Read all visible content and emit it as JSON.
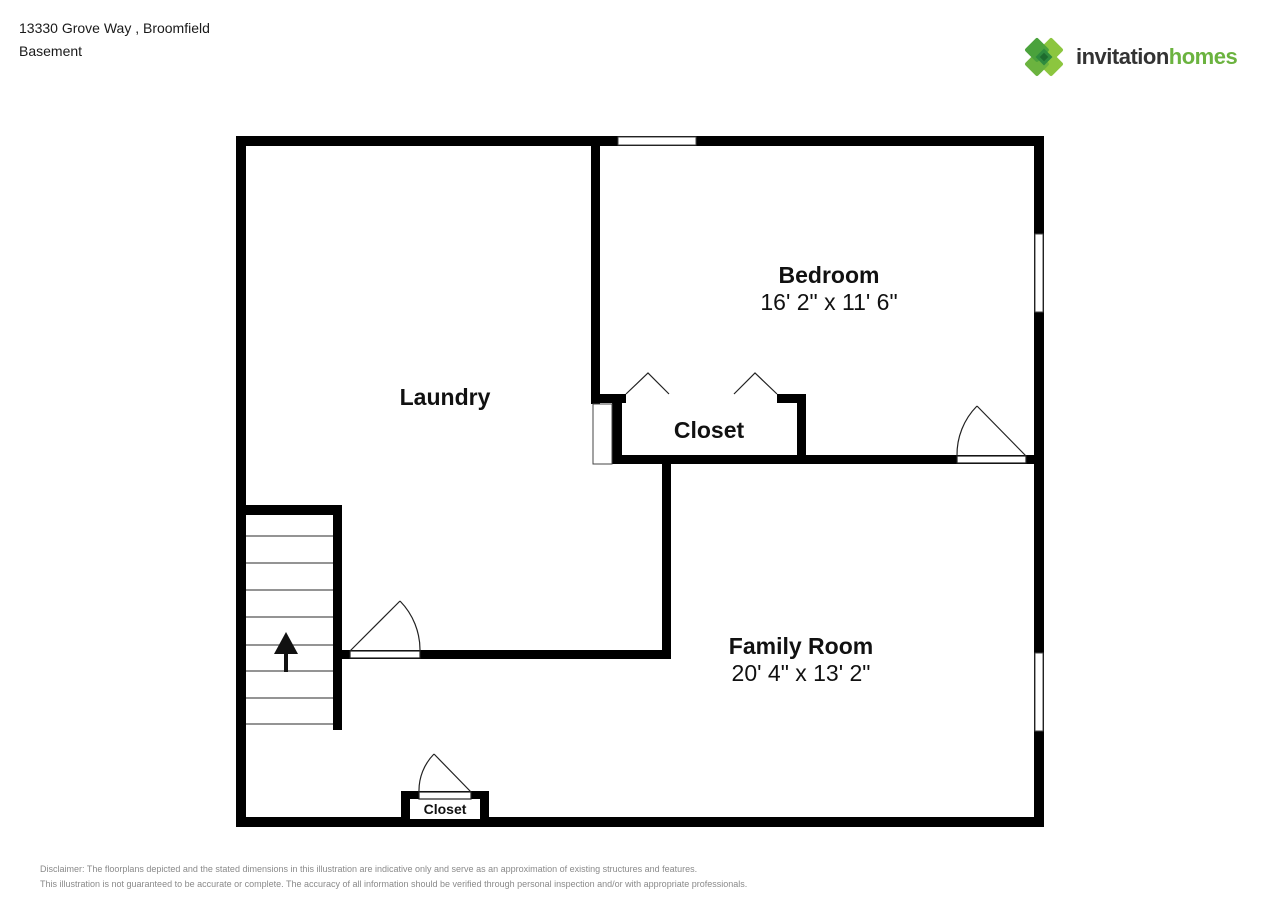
{
  "header": {
    "address": "13330 Grove Way , Broomfield",
    "level": "Basement"
  },
  "logo": {
    "icon": "clover-diamond-logo-icon",
    "brand_part1": "invitation",
    "brand_part2": "homes",
    "colors": {
      "dark": "#333333",
      "green": "#6bb33f",
      "light_green": "#8cc63f",
      "deep_green": "#2e8b3e"
    }
  },
  "rooms": [
    {
      "name": "Bedroom",
      "dimensions": "16' 2\" x 11' 6\""
    },
    {
      "name": "Laundry",
      "dimensions": ""
    },
    {
      "name": "Closet",
      "dimensions": ""
    },
    {
      "name": "Family Room",
      "dimensions": "20' 4\" x 13' 2\""
    },
    {
      "name": "Closet",
      "dimensions": ""
    }
  ],
  "stairs": {
    "direction": "up",
    "icon": "arrow-up-icon"
  },
  "disclaimer": {
    "line1": "Disclaimer: The floorplans depicted and the stated dimensions in this illustration are indicative only and serve as an approximation of existing structures and features.",
    "line2": "This illustration is not guaranteed to be accurate or complete. The accuracy of all information should be verified through personal inspection and/or with appropriate professionals."
  }
}
